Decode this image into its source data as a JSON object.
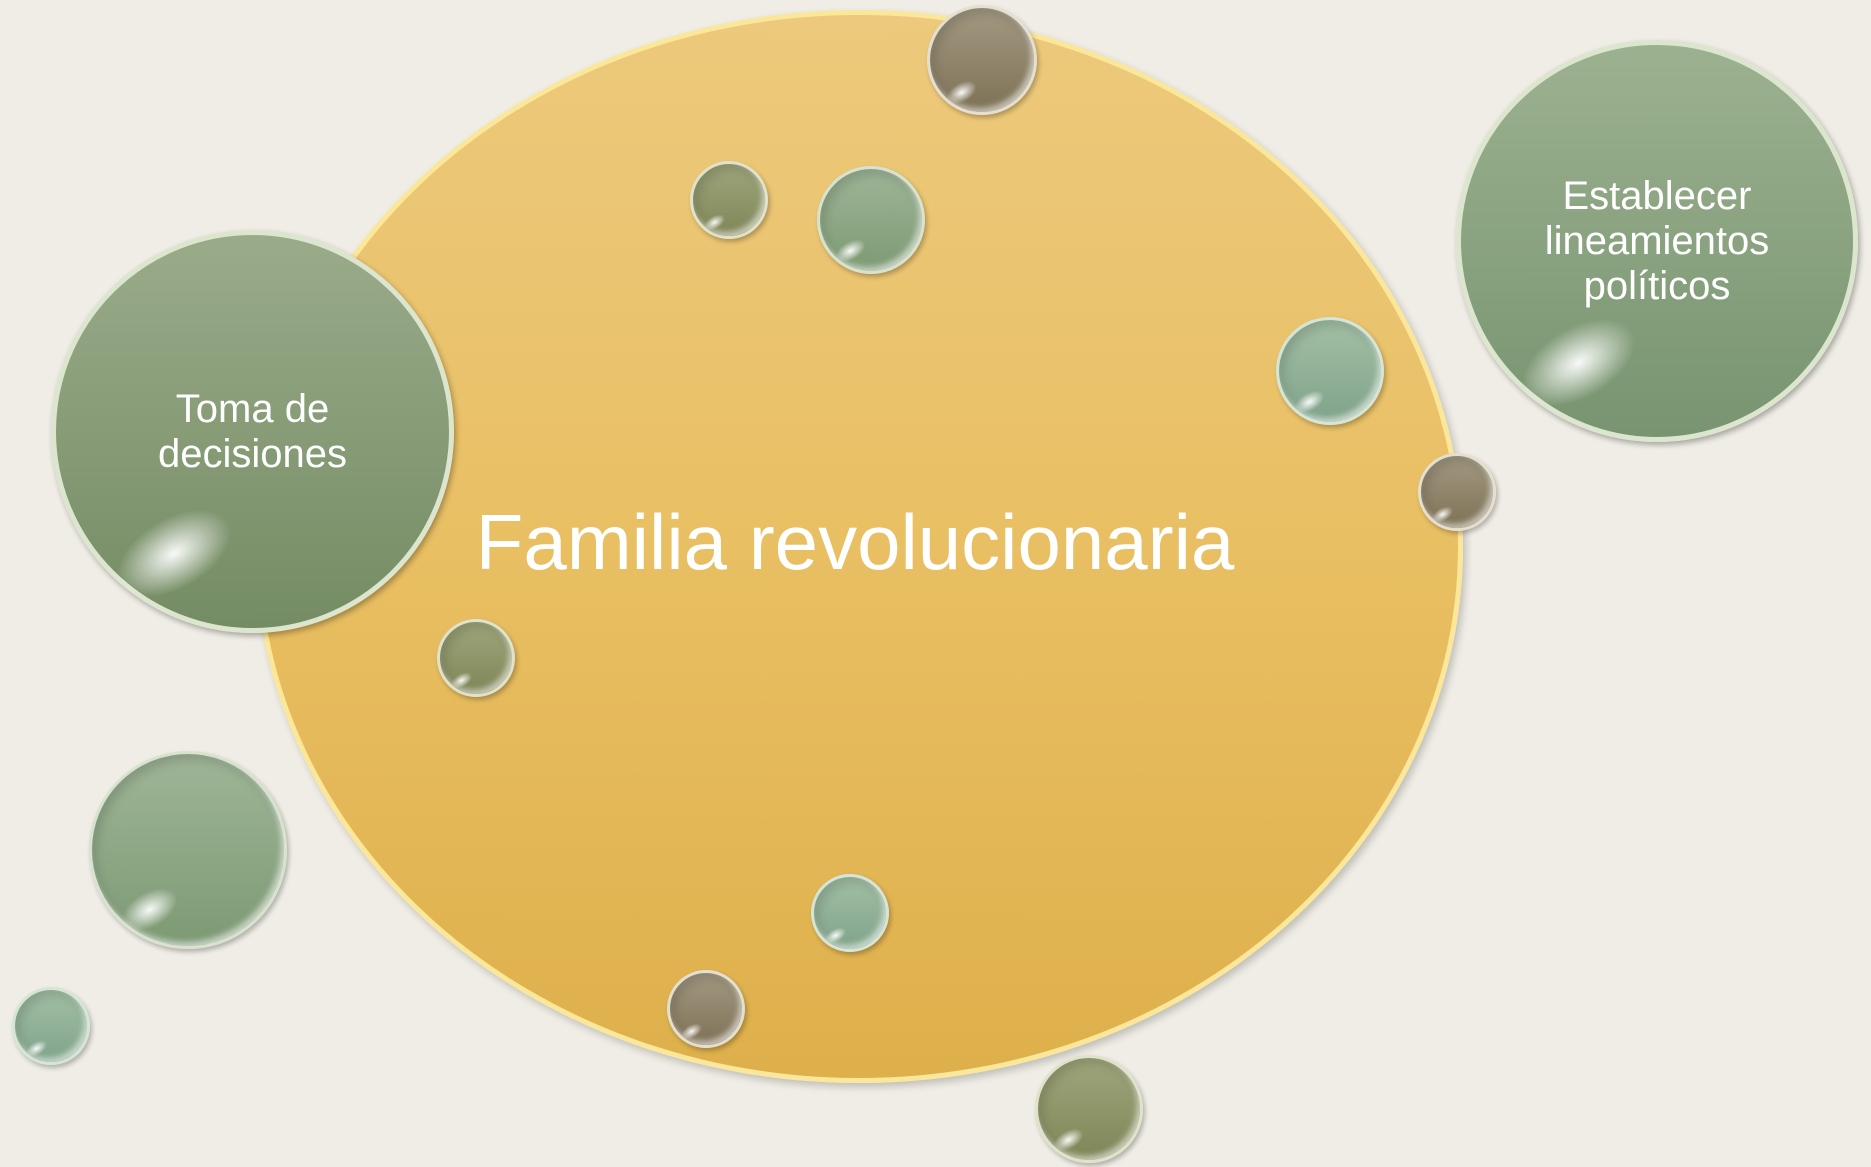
{
  "center": {
    "label": "Familia revolucionaria"
  },
  "nodes": [
    {
      "label": "Toma de\ndecisiones"
    },
    {
      "label": "Establecer\nlineamientos\npolíticos"
    }
  ],
  "colors": {
    "background": "#efede5",
    "central_fill": "#e9bf63",
    "node_fill": "#7d9a74",
    "text": "#ffffff"
  }
}
